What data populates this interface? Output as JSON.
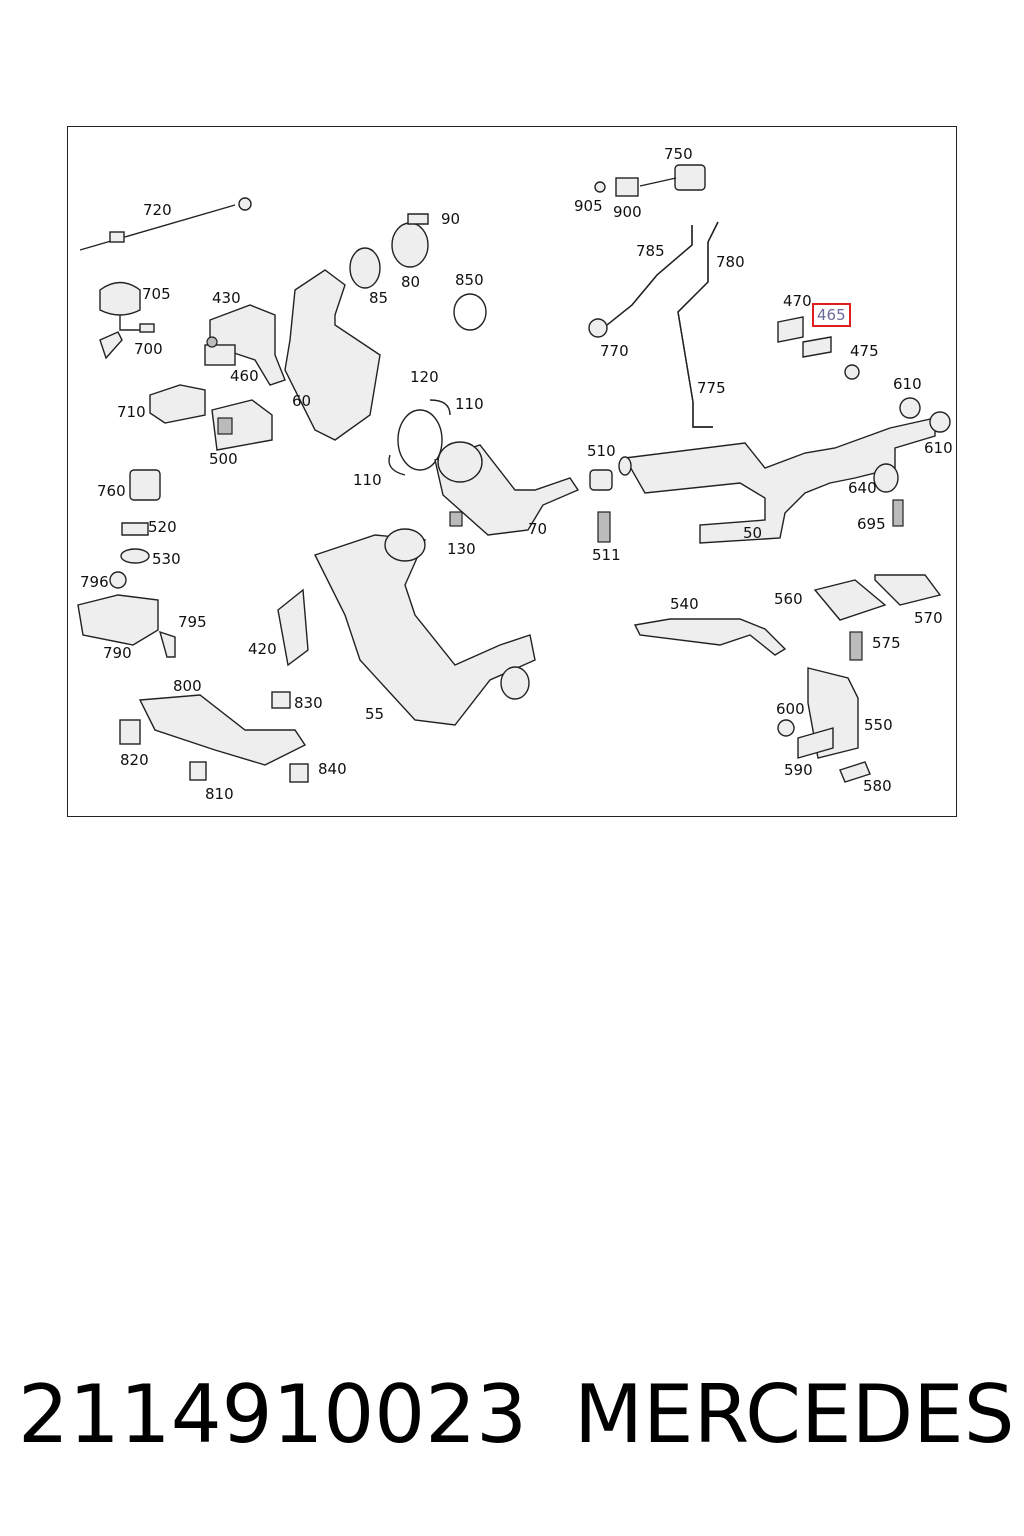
{
  "diagram": {
    "callouts": [
      {
        "id": "c720",
        "text": "720"
      },
      {
        "id": "c705",
        "text": "705"
      },
      {
        "id": "c700",
        "text": "700"
      },
      {
        "id": "c430",
        "text": "430"
      },
      {
        "id": "c460",
        "text": "460"
      },
      {
        "id": "c710",
        "text": "710"
      },
      {
        "id": "c500",
        "text": "500"
      },
      {
        "id": "c760",
        "text": "760"
      },
      {
        "id": "c520",
        "text": "520"
      },
      {
        "id": "c530",
        "text": "530"
      },
      {
        "id": "c796",
        "text": "796"
      },
      {
        "id": "c795",
        "text": "795"
      },
      {
        "id": "c790",
        "text": "790"
      },
      {
        "id": "c420",
        "text": "420"
      },
      {
        "id": "c800",
        "text": "800"
      },
      {
        "id": "c830",
        "text": "830"
      },
      {
        "id": "c820",
        "text": "820"
      },
      {
        "id": "c840",
        "text": "840"
      },
      {
        "id": "c810",
        "text": "810"
      },
      {
        "id": "c90",
        "text": "90"
      },
      {
        "id": "c85",
        "text": "85"
      },
      {
        "id": "c80",
        "text": "80"
      },
      {
        "id": "c850",
        "text": "850"
      },
      {
        "id": "c60",
        "text": "60"
      },
      {
        "id": "c120",
        "text": "120"
      },
      {
        "id": "c110a",
        "text": "110"
      },
      {
        "id": "c110b",
        "text": "110"
      },
      {
        "id": "c130",
        "text": "130"
      },
      {
        "id": "c70",
        "text": "70"
      },
      {
        "id": "c55",
        "text": "55"
      },
      {
        "id": "c750",
        "text": "750"
      },
      {
        "id": "c905",
        "text": "905"
      },
      {
        "id": "c900",
        "text": "900"
      },
      {
        "id": "c785",
        "text": "785"
      },
      {
        "id": "c780",
        "text": "780"
      },
      {
        "id": "c770",
        "text": "770"
      },
      {
        "id": "c775",
        "text": "775"
      },
      {
        "id": "c470",
        "text": "470"
      },
      {
        "id": "c465",
        "text": "465",
        "highlighted": true
      },
      {
        "id": "c475",
        "text": "475"
      },
      {
        "id": "c610a",
        "text": "610"
      },
      {
        "id": "c610b",
        "text": "610"
      },
      {
        "id": "c510",
        "text": "510"
      },
      {
        "id": "c511",
        "text": "511"
      },
      {
        "id": "c640",
        "text": "640"
      },
      {
        "id": "c695",
        "text": "695"
      },
      {
        "id": "c50",
        "text": "50"
      },
      {
        "id": "c540",
        "text": "540"
      },
      {
        "id": "c560",
        "text": "560"
      },
      {
        "id": "c570",
        "text": "570"
      },
      {
        "id": "c575",
        "text": "575"
      },
      {
        "id": "c600",
        "text": "600"
      },
      {
        "id": "c550",
        "text": "550"
      },
      {
        "id": "c590",
        "text": "590"
      },
      {
        "id": "c580",
        "text": "580"
      }
    ]
  },
  "footer": {
    "part_number": "2114910023",
    "brand": "MERCEDES"
  },
  "colors": {
    "highlight_border": "#e02020",
    "highlight_text": "#6a6a9a",
    "line": "#222222"
  }
}
